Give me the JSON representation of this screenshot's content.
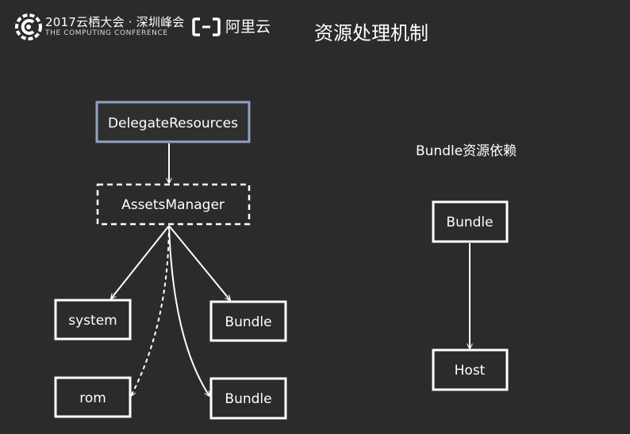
{
  "header": {
    "conference_title": "2017云栖大会 · 深圳峰会",
    "conference_subtitle": "THE COMPUTING CONFERENCE",
    "brand_name": "阿里云",
    "slide_title": "资源处理机制"
  },
  "diagram": {
    "nodes": {
      "delegate": "DelegateResources",
      "assets_manager": "AssetsManager",
      "system": "system",
      "rom": "rom",
      "bundle_a": "Bundle",
      "bundle_b": "Bundle",
      "dep_bundle": "Bundle",
      "dep_host": "Host"
    },
    "dependency_caption": "Bundle资源依赖"
  },
  "colors": {
    "background": "#2b2b2b",
    "delegate_border": "#8fa3c4",
    "line": "#ffffff"
  }
}
